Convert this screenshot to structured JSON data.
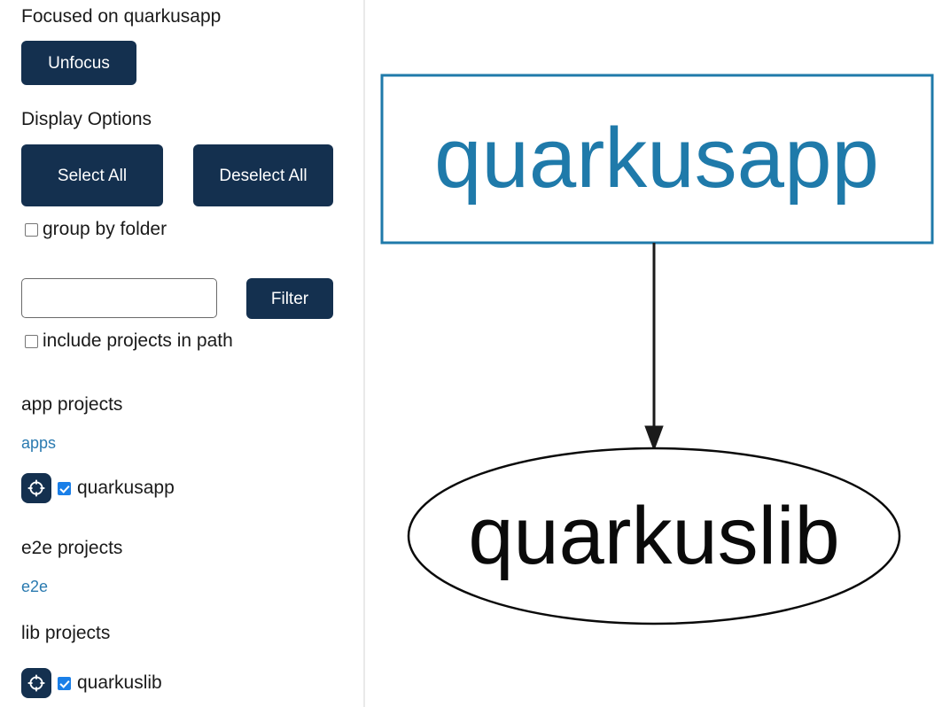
{
  "sidebar": {
    "focus_status": "Focused on quarkusapp",
    "unfocus_label": "Unfocus",
    "display_options_title": "Display Options",
    "select_all_label": "Select All",
    "deselect_all_label": "Deselect All",
    "group_by_folder_label": "group by folder",
    "group_by_folder_checked": false,
    "filter_value": "",
    "filter_placeholder": "",
    "filter_button_label": "Filter",
    "include_projects_in_path_label": "include projects in path",
    "include_projects_in_path_checked": false,
    "sections": [
      {
        "title": "app projects",
        "folder": "apps",
        "projects": [
          {
            "name": "quarkusapp",
            "checked": true,
            "focus_icon": "crosshair-icon"
          }
        ]
      },
      {
        "title": "e2e projects",
        "folder": "e2e",
        "projects": []
      },
      {
        "title": "lib projects",
        "folder": "",
        "projects": [
          {
            "name": "quarkuslib",
            "checked": true,
            "focus_icon": "crosshair-icon"
          }
        ]
      }
    ]
  },
  "graph": {
    "nodes": [
      {
        "id": "quarkusapp",
        "label": "quarkusapp",
        "shape": "rect",
        "stroke": "#1f7aaa",
        "text_color": "#1f7aaa",
        "fill": "#ffffff"
      },
      {
        "id": "quarkuslib",
        "label": "quarkuslib",
        "shape": "ellipse",
        "stroke": "#0a0a0a",
        "text_color": "#0a0a0a",
        "fill": "#ffffff"
      }
    ],
    "edges": [
      {
        "from": "quarkusapp",
        "to": "quarkuslib",
        "color": "#1a1a1a",
        "arrow": "filled-triangle"
      }
    ]
  },
  "colors": {
    "button_navy": "#14304f",
    "link_blue": "#2a7ab0",
    "checkbox_blue": "#1a7fe8",
    "node_blue": "#1f7aaa",
    "divider_gray": "#e9e9e9"
  }
}
